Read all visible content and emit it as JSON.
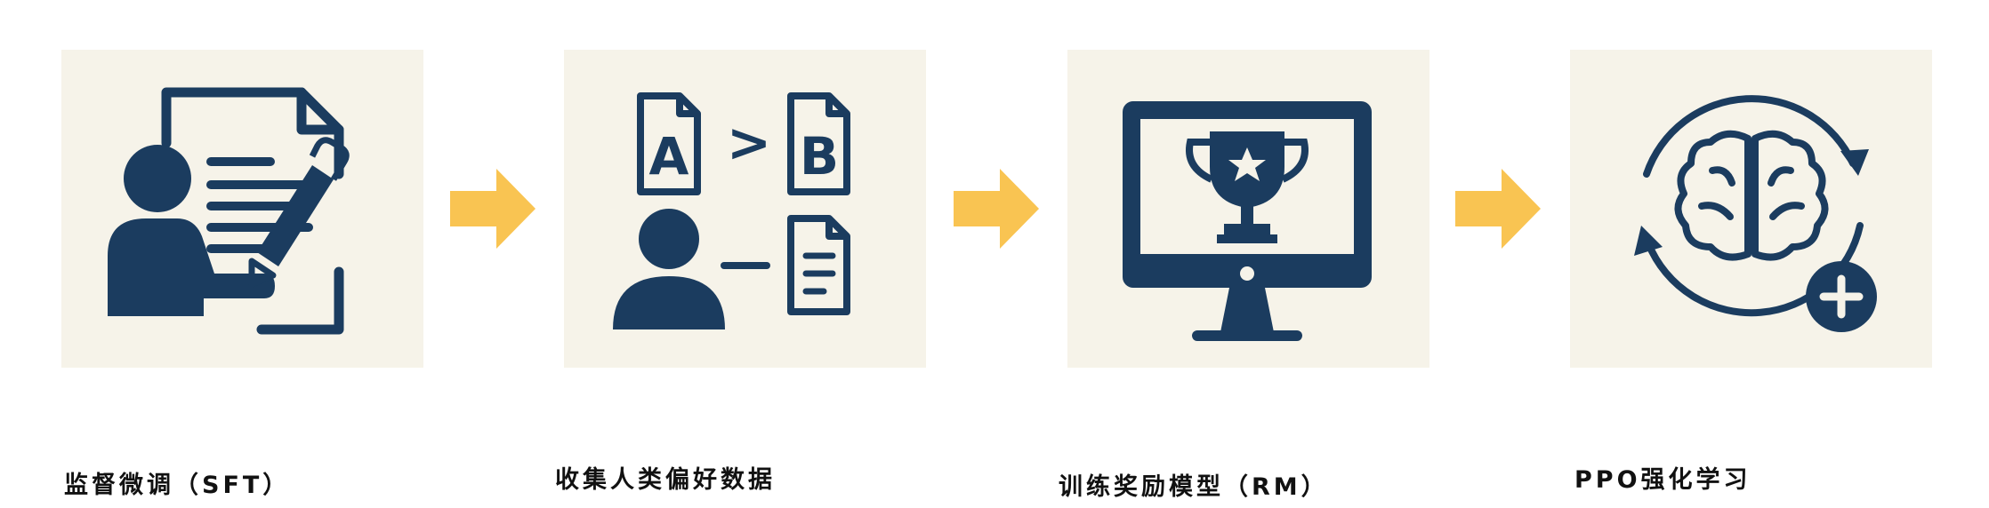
{
  "steps": [
    {
      "label": "监督微调（SFT）",
      "icon": "document-person-pencil-icon"
    },
    {
      "label": "收集人类偏好数据",
      "icon": "ab-comparison-person-document-icon"
    },
    {
      "label": "训练奖励模型（RM）",
      "icon": "monitor-trophy-icon"
    },
    {
      "label": "PPO强化学习",
      "icon": "brain-cycle-plus-icon"
    }
  ],
  "icon_letters": {
    "a": "A",
    "comparator": ">",
    "b": "B"
  },
  "colors": {
    "icon": "#1b3c5f",
    "tile": "#f6f3e9",
    "arrow": "#f9c452",
    "text": "#111111"
  }
}
